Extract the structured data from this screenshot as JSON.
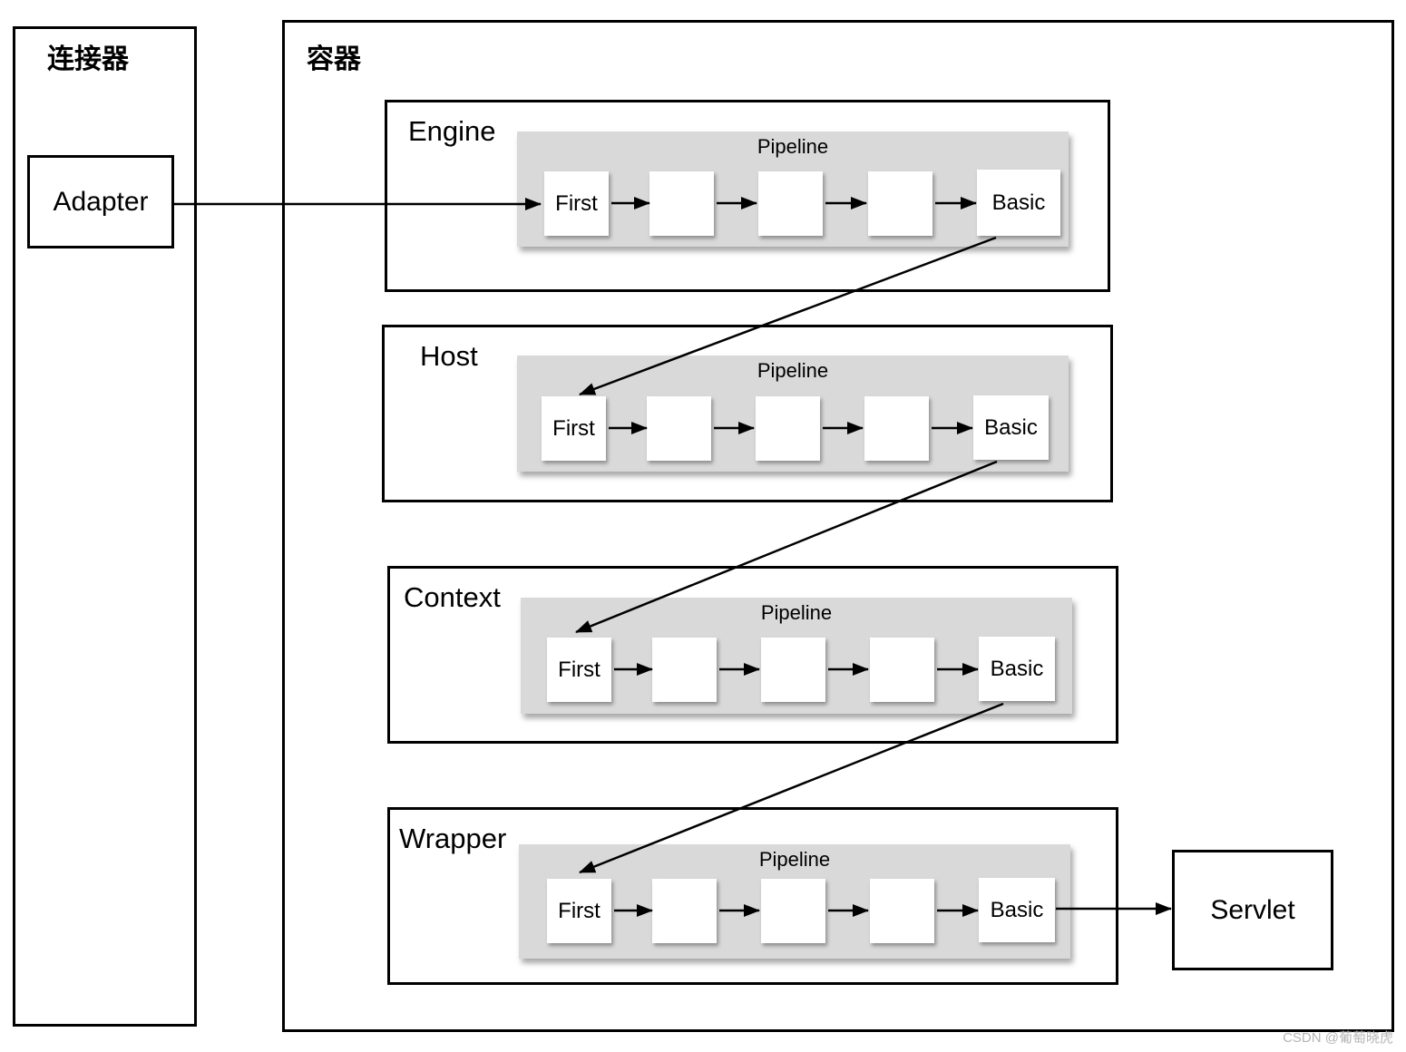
{
  "connector": {
    "title": "连接器",
    "adapter_label": "Adapter"
  },
  "container": {
    "title": "容器"
  },
  "components": [
    {
      "name": "Engine",
      "pipeline_label": "Pipeline",
      "first_label": "First",
      "basic_label": "Basic"
    },
    {
      "name": "Host",
      "pipeline_label": "Pipeline",
      "first_label": "First",
      "basic_label": "Basic"
    },
    {
      "name": "Context",
      "pipeline_label": "Pipeline",
      "first_label": "First",
      "basic_label": "Basic"
    },
    {
      "name": "Wrapper",
      "pipeline_label": "Pipeline",
      "first_label": "First",
      "basic_label": "Basic"
    }
  ],
  "servlet": {
    "label": "Servlet"
  },
  "watermark": "CSDN @葡萄晓虎"
}
